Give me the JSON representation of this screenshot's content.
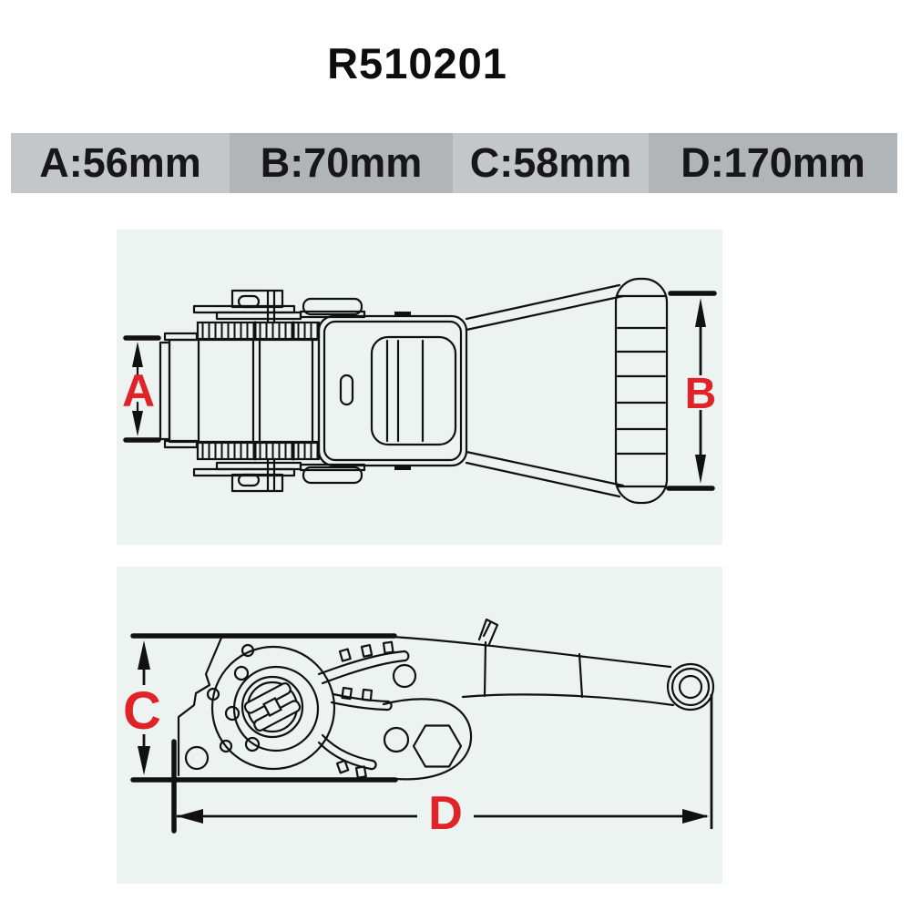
{
  "page": {
    "title": "R510201"
  },
  "spec_bar": {
    "cells": [
      {
        "id": "A",
        "label": "A:56mm"
      },
      {
        "id": "B",
        "label": "B:70mm"
      },
      {
        "id": "C",
        "label": "C:58mm"
      },
      {
        "id": "D",
        "label": "D:170mm"
      }
    ]
  },
  "drawings": {
    "top_view": {
      "dim_left": "A",
      "dim_right": "B"
    },
    "side_view": {
      "dim_left": "C",
      "dim_bottom": "D"
    }
  },
  "colors": {
    "dimension_label_red": "#e02329",
    "bar_cell_light": "#c4c7c9",
    "bar_cell_dark": "#b2b5b8",
    "panel_background": "#ecf3f1",
    "line_art": "#111111",
    "page_background": "#ffffff",
    "bar_text": "#17171a"
  }
}
